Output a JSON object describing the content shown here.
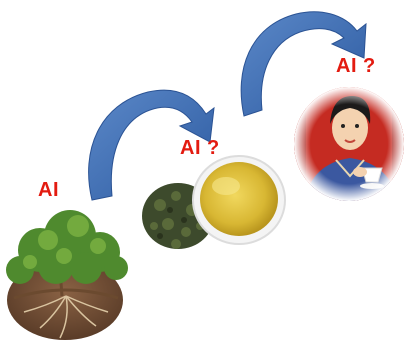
{
  "diagram": {
    "stages": [
      {
        "label": "AI",
        "image": "tea-plant"
      },
      {
        "label": "AI ?",
        "image": "oolong-tea-leaves-and-cup"
      },
      {
        "label": "AI ?",
        "image": "woman-drinking-tea-portrait"
      }
    ],
    "arrow_color": "#3f6fb7",
    "label_color": "#e31b10"
  }
}
